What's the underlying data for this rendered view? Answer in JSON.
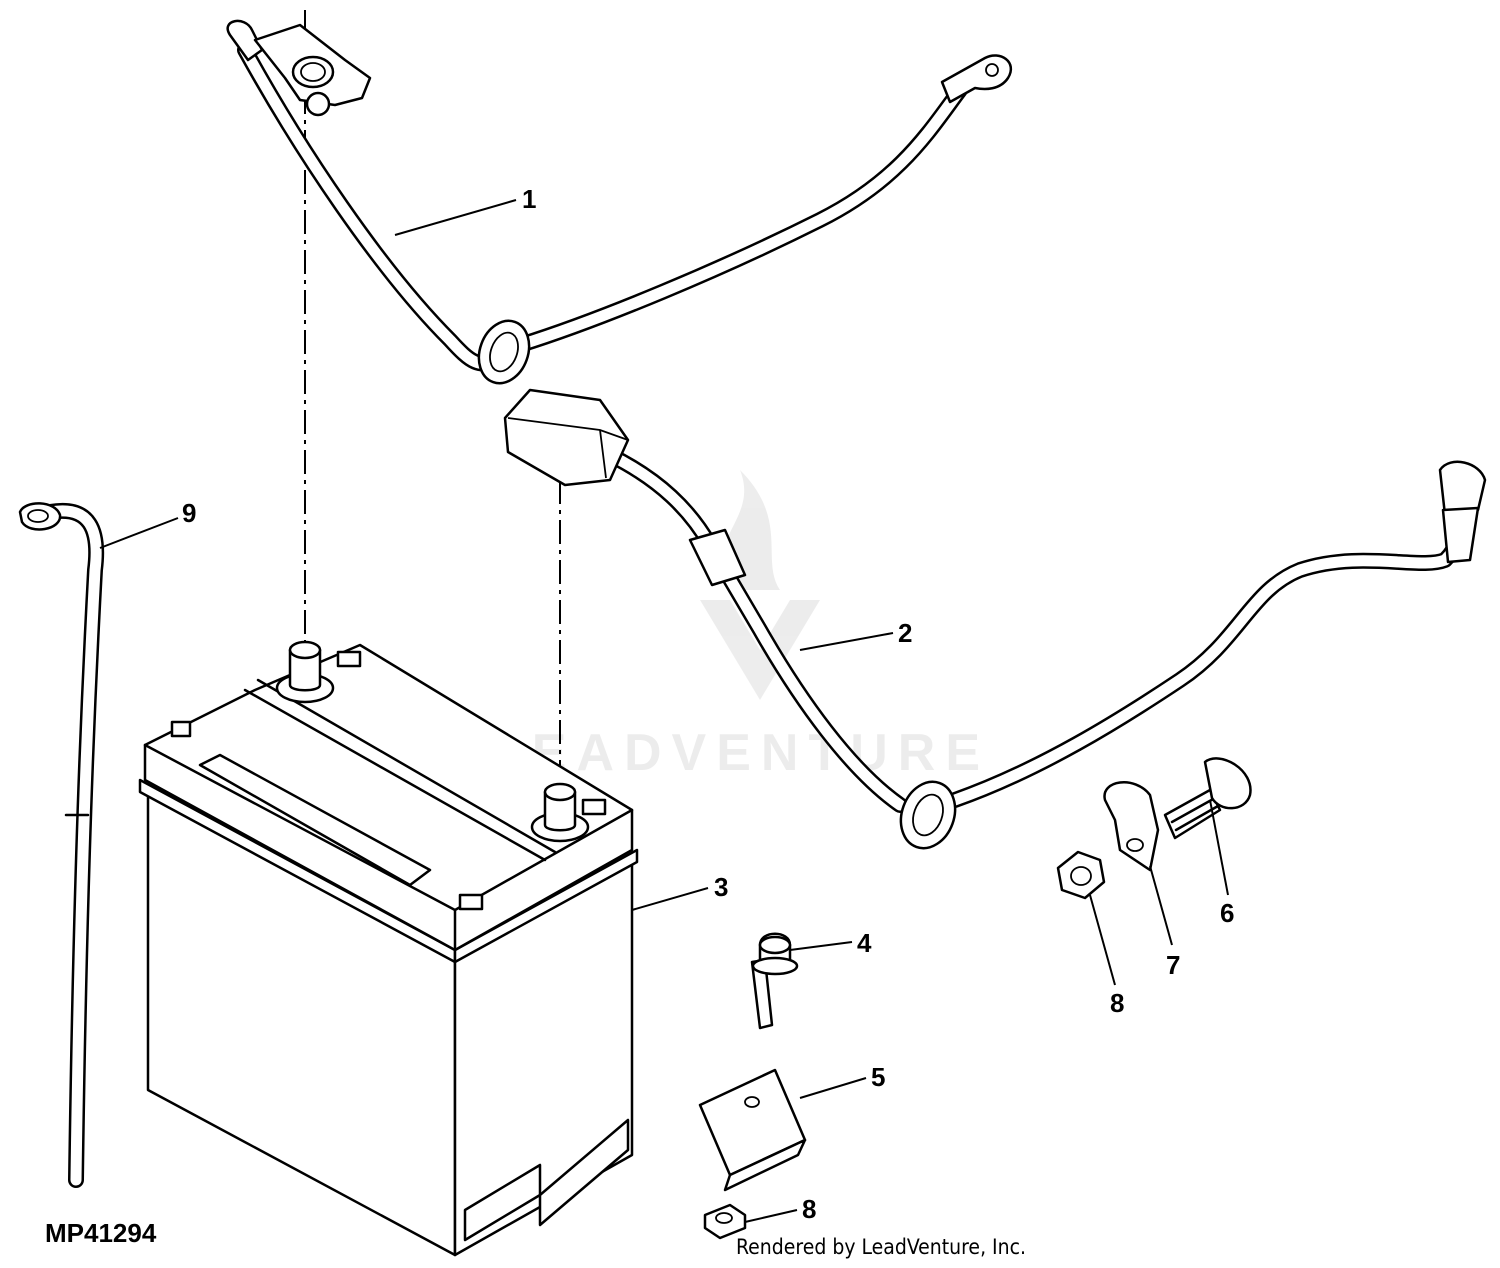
{
  "figure": {
    "id": "MP41294",
    "credit": "Rendered by LeadVenture, Inc.",
    "watermark": "LEADVENTURE"
  },
  "callouts": [
    {
      "key": "c1",
      "label": "1"
    },
    {
      "key": "c2",
      "label": "2"
    },
    {
      "key": "c3",
      "label": "3"
    },
    {
      "key": "c4",
      "label": "4"
    },
    {
      "key": "c5",
      "label": "5"
    },
    {
      "key": "c6",
      "label": "6"
    },
    {
      "key": "c7",
      "label": "7"
    },
    {
      "key": "c8a",
      "label": "8"
    },
    {
      "key": "c8b",
      "label": "8"
    },
    {
      "key": "c9",
      "label": "9"
    }
  ]
}
